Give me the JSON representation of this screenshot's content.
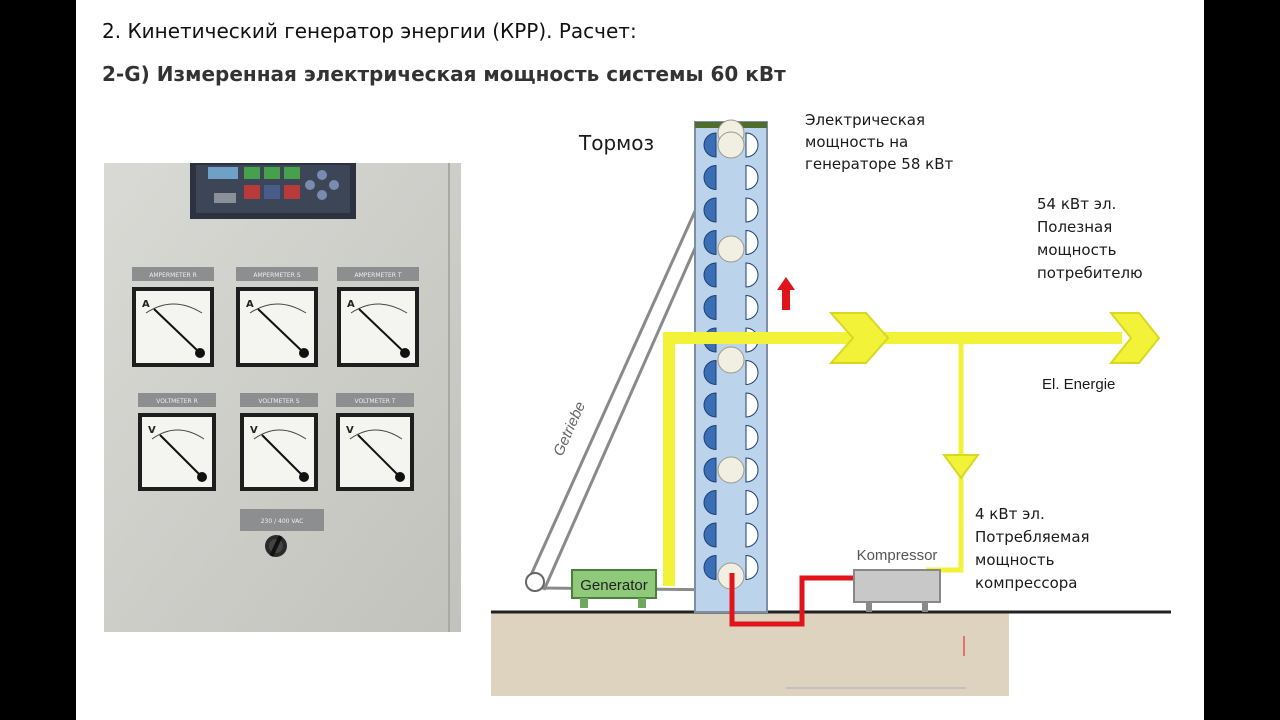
{
  "slide": {
    "heading": "2. Кинетический генератор энергии (КРР). Расчет:",
    "subheading": "2-G) Измеренная электрическая мощность системы 60 кВт"
  },
  "panel": {
    "ammeters": [
      {
        "label": "AMPERMETER R"
      },
      {
        "label": "AMPERMETER S"
      },
      {
        "label": "AMPERMETER T"
      }
    ],
    "voltmeters": [
      {
        "label": "VOLTMETER R"
      },
      {
        "label": "VOLTMETER S"
      },
      {
        "label": "VOLTMETER T"
      }
    ],
    "ammeter_symbol": "A",
    "voltmeter_symbol": "V",
    "voltage_plate": "230 / 400 VAC"
  },
  "diagram": {
    "brake_label": "Тормоз",
    "generator_power_label": [
      "Электрическая",
      "мощность на",
      "генераторе 58 кВт"
    ],
    "useful_power_label": [
      "54 кВт эл.",
      "Полезная",
      "мощность",
      "потребителю"
    ],
    "compressor_power_label": [
      "4 кВт эл.",
      "Потребляемая",
      "мощность",
      "компрессора"
    ],
    "el_energie": "El. Energie",
    "generator_box": "Generator",
    "compressor_box": "Kompressor",
    "gearbox_label": "Getriebe"
  },
  "colors": {
    "energy_flow": "#f2f239",
    "energy_outline": "#d8d820",
    "air_line": "#e2141b",
    "arrow_up": "#e2141b",
    "generator_fill": "#8fc97a",
    "column_fill": "#bcd3ec",
    "bucket_blue": "#3b6fb5"
  }
}
